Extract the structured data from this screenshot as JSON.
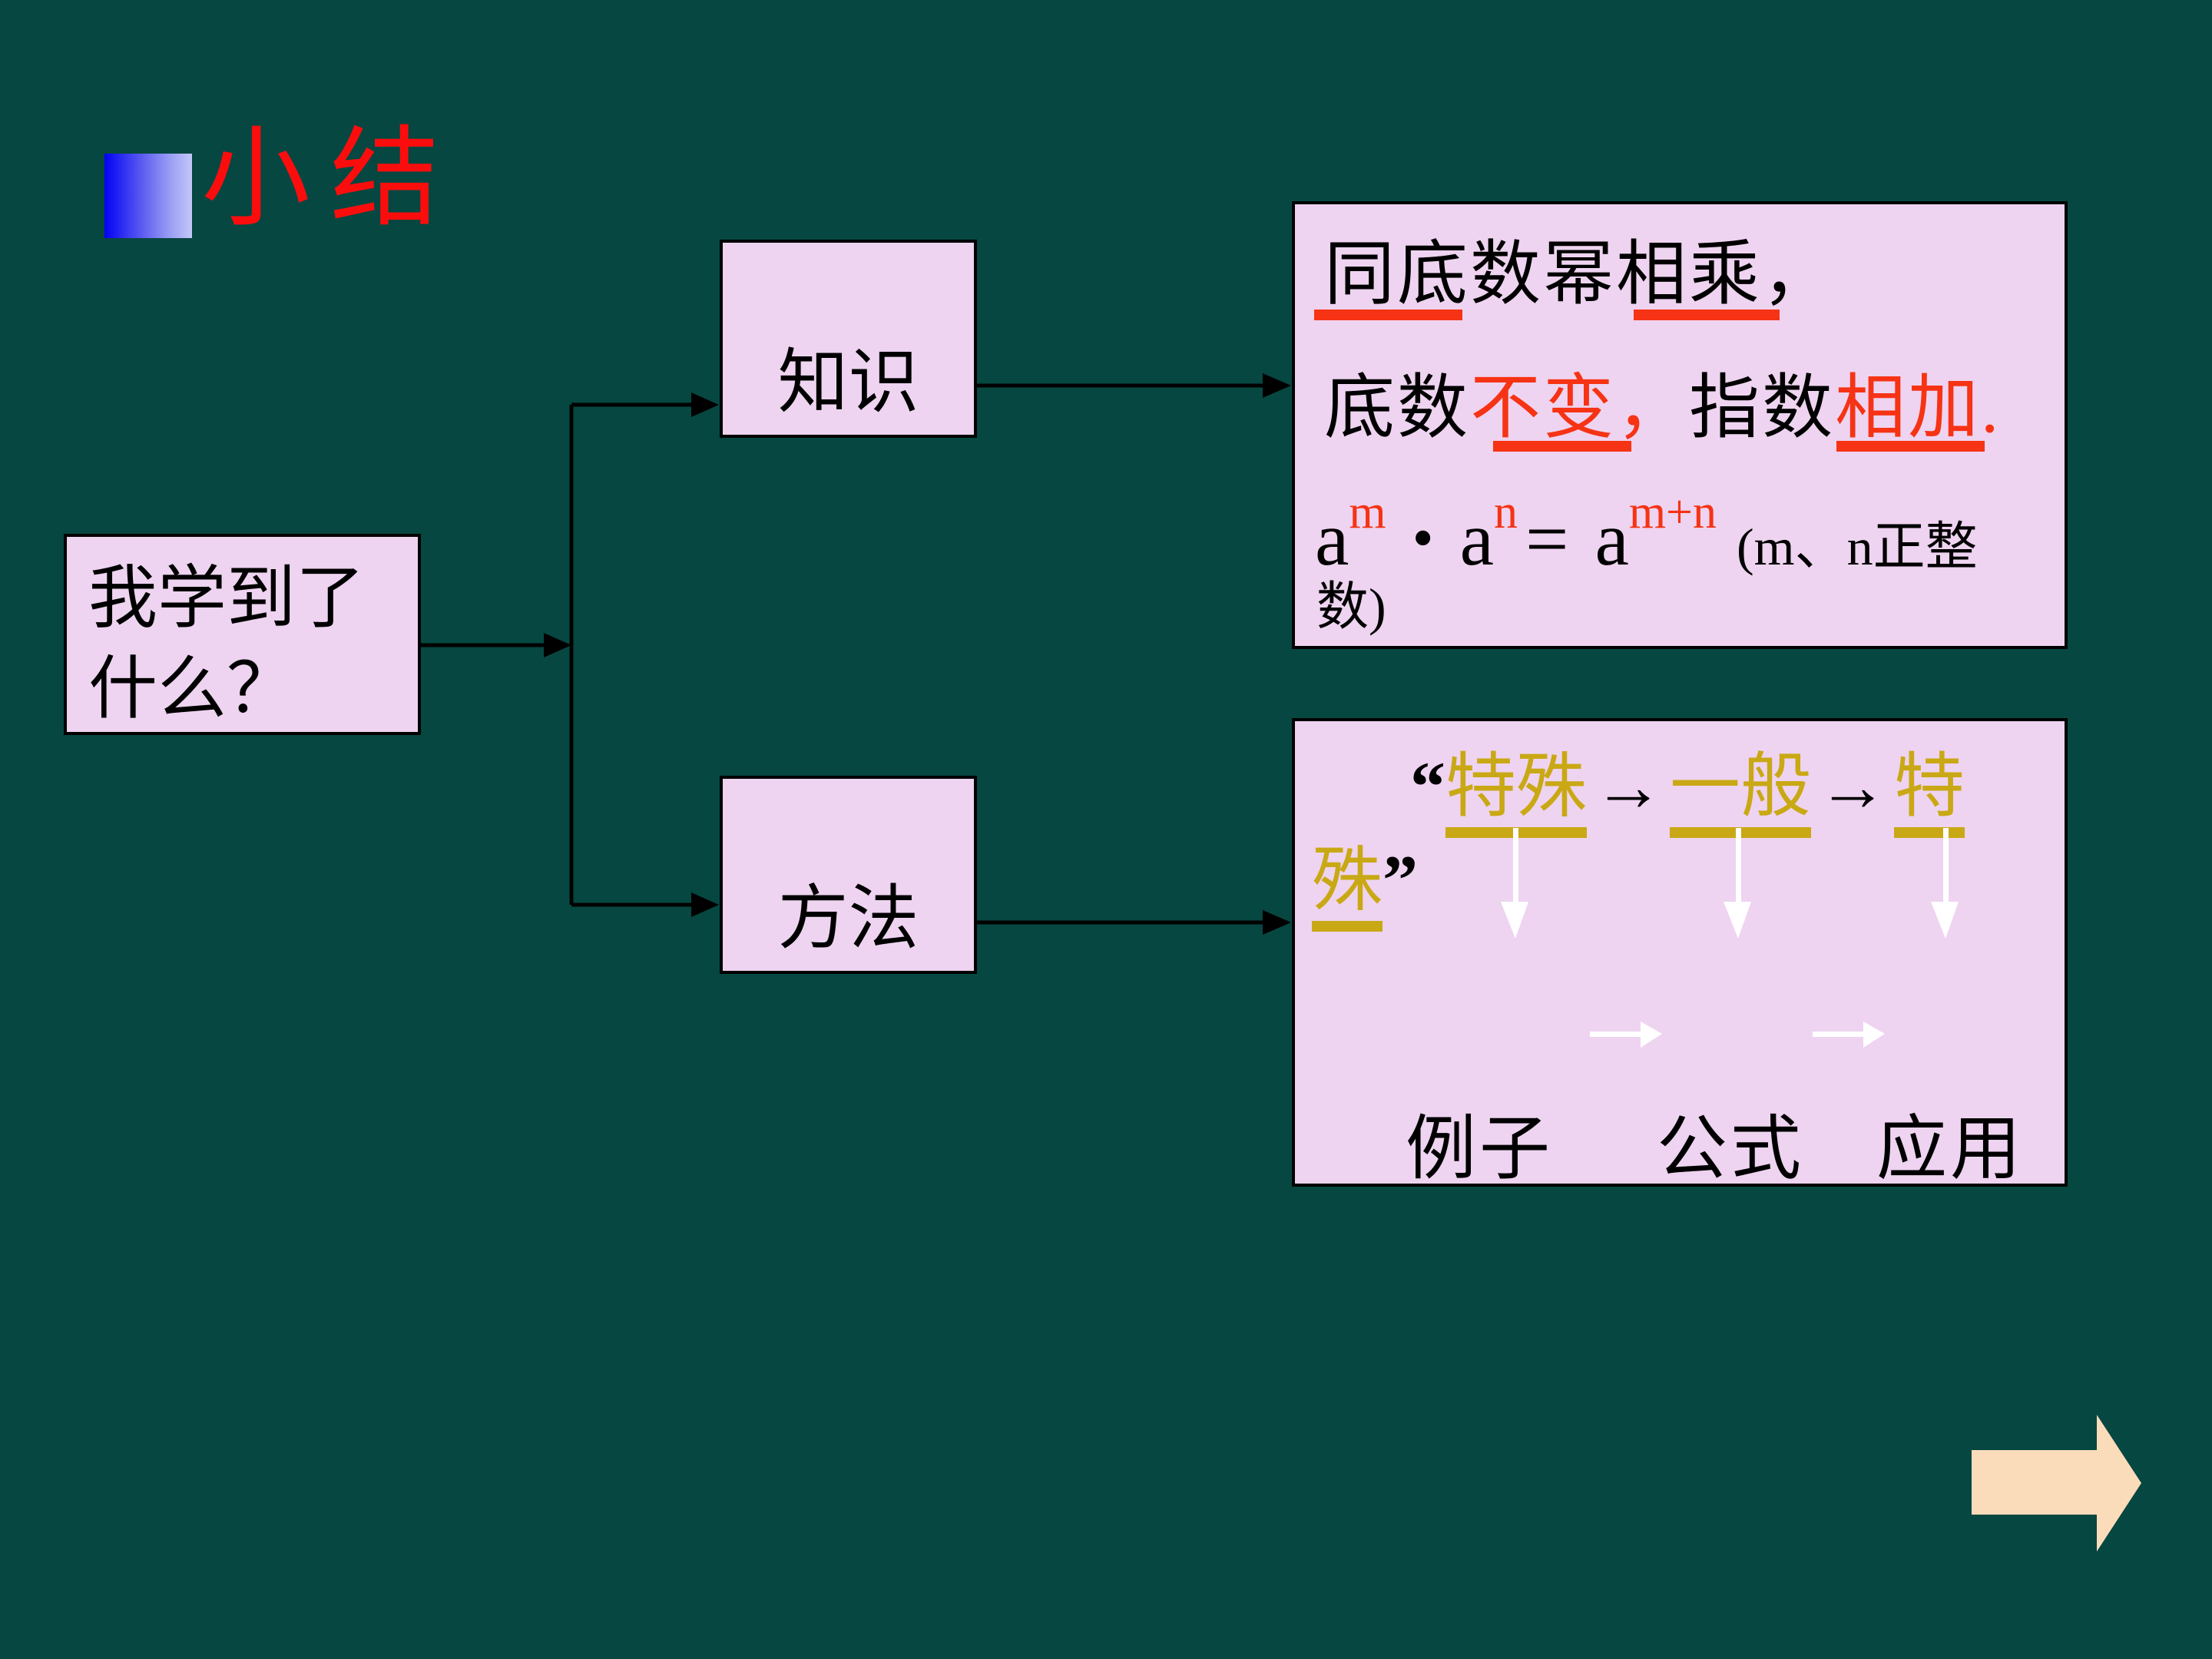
{
  "title": "小结",
  "root_box": {
    "line1": "我学到了",
    "line2": "什么？"
  },
  "branches": {
    "knowledge_label": "知识",
    "method_label": "方法"
  },
  "knowledge_detail": {
    "line1": "同底数幂相乘，",
    "line2": {
      "s1": "底数",
      "s2": "不变",
      "s3": "，",
      "s4": "指数",
      "s5": "相加."
    },
    "formula": {
      "base": "a",
      "sup1": "m",
      "dot": "•",
      "sup2": "n",
      "equals": "=",
      "sup3": "m+n"
    },
    "note1": "(m、n正整",
    "note2": "数)"
  },
  "method_detail": {
    "quote_open": "“",
    "word1": "特殊",
    "arrow": "→",
    "word2": "一般",
    "word3": "特",
    "word4": "殊",
    "quote_close": "”",
    "bottom_row": [
      "例子",
      "公式",
      "应用"
    ]
  },
  "colors": {
    "background": "#064741",
    "box_fill": "#eed4f0",
    "box_border": "#000000",
    "title_red": "#fb0d0d",
    "underline_red": "#f63314",
    "gold": "#c9a815",
    "flow_arrow_white": "#ffffff",
    "connector_black": "#000000",
    "nav_arrow_peach": "#fbdcba",
    "bullet_gradient_start": "#0202f6",
    "bullet_gradient_end": "#c3c8f8"
  }
}
